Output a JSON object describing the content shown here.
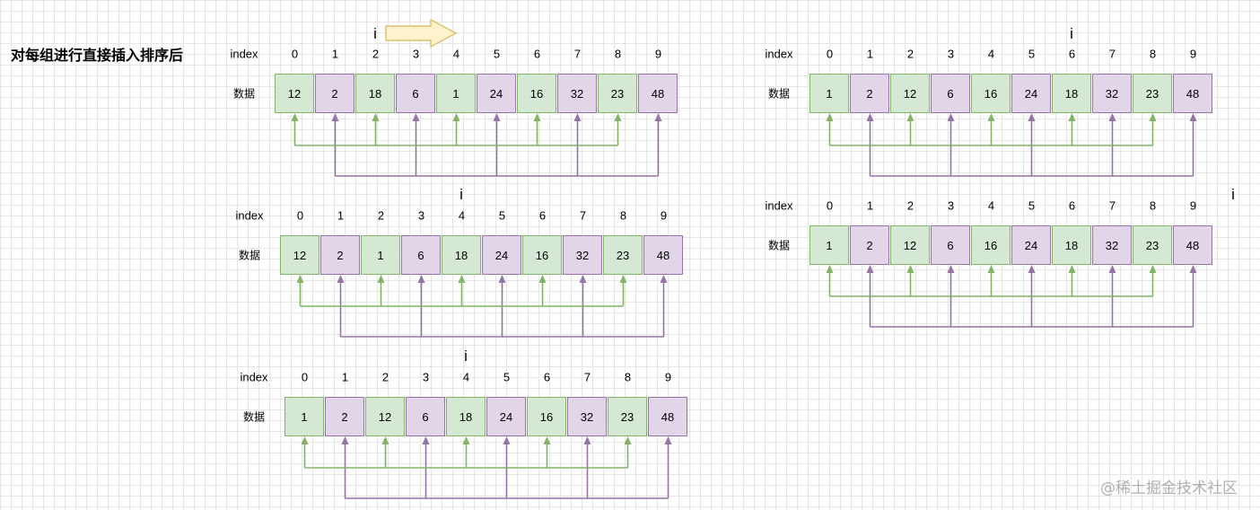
{
  "title": "对每组进行直接插入排序后",
  "watermark": "@稀土掘金技术社区",
  "index_label": "index",
  "data_label": "数据",
  "pointer_label": "i",
  "colors": {
    "green_fill": "#d5e8d4",
    "green_stroke": "#82b366",
    "purple_fill": "#e1d5e7",
    "purple_stroke": "#9673a6"
  },
  "indices": [
    "0",
    "1",
    "2",
    "3",
    "4",
    "5",
    "6",
    "7",
    "8",
    "9"
  ],
  "arrays": [
    {
      "values": [
        "12",
        "2",
        "18",
        "6",
        "1",
        "24",
        "16",
        "32",
        "23",
        "48"
      ]
    },
    {
      "values": [
        "12",
        "2",
        "1",
        "6",
        "18",
        "24",
        "16",
        "32",
        "23",
        "48"
      ]
    },
    {
      "values": [
        "1",
        "2",
        "12",
        "6",
        "18",
        "24",
        "16",
        "32",
        "23",
        "48"
      ]
    },
    {
      "values": [
        "1",
        "2",
        "12",
        "6",
        "16",
        "24",
        "18",
        "32",
        "23",
        "48"
      ]
    },
    {
      "values": [
        "1",
        "2",
        "12",
        "6",
        "16",
        "24",
        "18",
        "32",
        "23",
        "48"
      ]
    }
  ]
}
